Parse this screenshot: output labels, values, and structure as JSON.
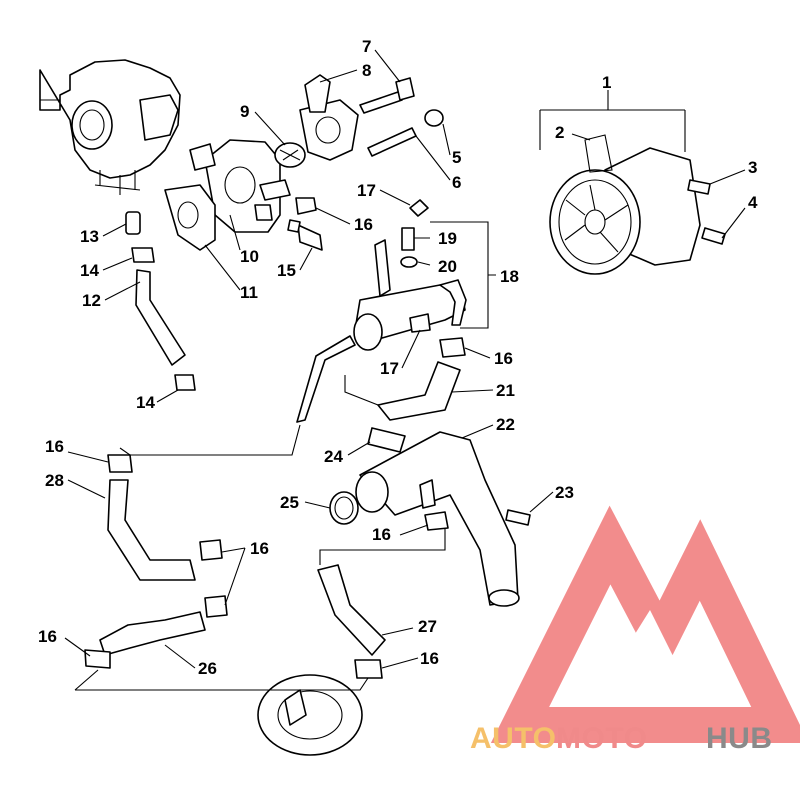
{
  "diagram": {
    "callouts": [
      "1",
      "2",
      "3",
      "4",
      "5",
      "6",
      "7",
      "8",
      "9",
      "10",
      "11",
      "12",
      "13",
      "14",
      "14",
      "15",
      "16",
      "16",
      "16",
      "16",
      "16",
      "16",
      "16",
      "17",
      "17",
      "18",
      "19",
      "20",
      "21",
      "22",
      "23",
      "24",
      "25",
      "26",
      "27",
      "28"
    ]
  },
  "watermark": {
    "word_auto": "AUTO",
    "word_moto": "MOTO",
    "word_hub": "HUB",
    "color_auto": "#f5c06a",
    "color_moto": "#f08a8a",
    "color_hub": "#8a8a8a",
    "mark_color": "#f07878"
  }
}
